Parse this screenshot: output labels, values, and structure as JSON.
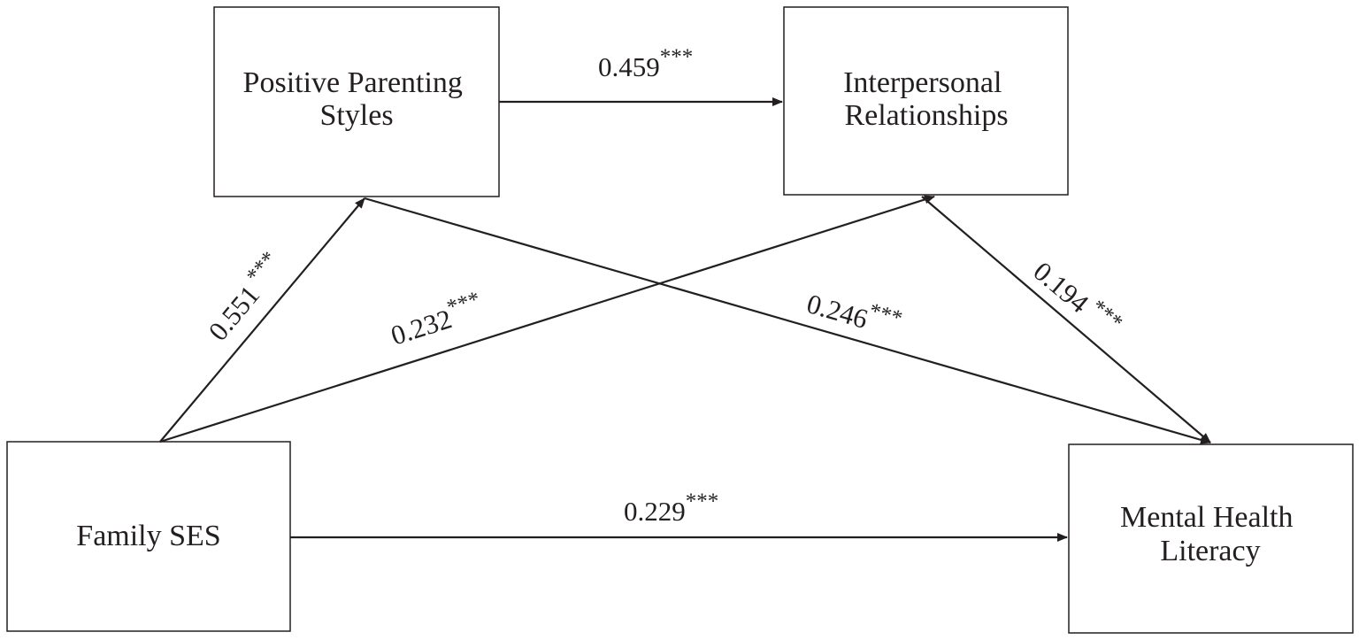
{
  "nodes": {
    "positive_parenting": {
      "lines": [
        "Positive Parenting",
        "Styles"
      ]
    },
    "interpersonal": {
      "lines": [
        "Interpersonal",
        "Relationships"
      ]
    },
    "family_ses": {
      "lines": [
        "Family SES"
      ]
    },
    "mental_health": {
      "lines": [
        "Mental Health",
        "Literacy"
      ]
    }
  },
  "paths": {
    "pps_to_ir": {
      "coef": "0.459",
      "sig": "***"
    },
    "ses_to_pps": {
      "coef": "0.551",
      "sig": "***"
    },
    "ses_to_ir": {
      "coef": "0.232",
      "sig": "***"
    },
    "pps_to_mhl": {
      "coef": "0.246",
      "sig": "***"
    },
    "ir_to_mhl": {
      "coef": "0.194",
      "sig": "***"
    },
    "ses_to_mhl": {
      "coef": "0.229",
      "sig": "***"
    }
  },
  "colors": {
    "ink": "#231f20",
    "background": "#ffffff"
  }
}
